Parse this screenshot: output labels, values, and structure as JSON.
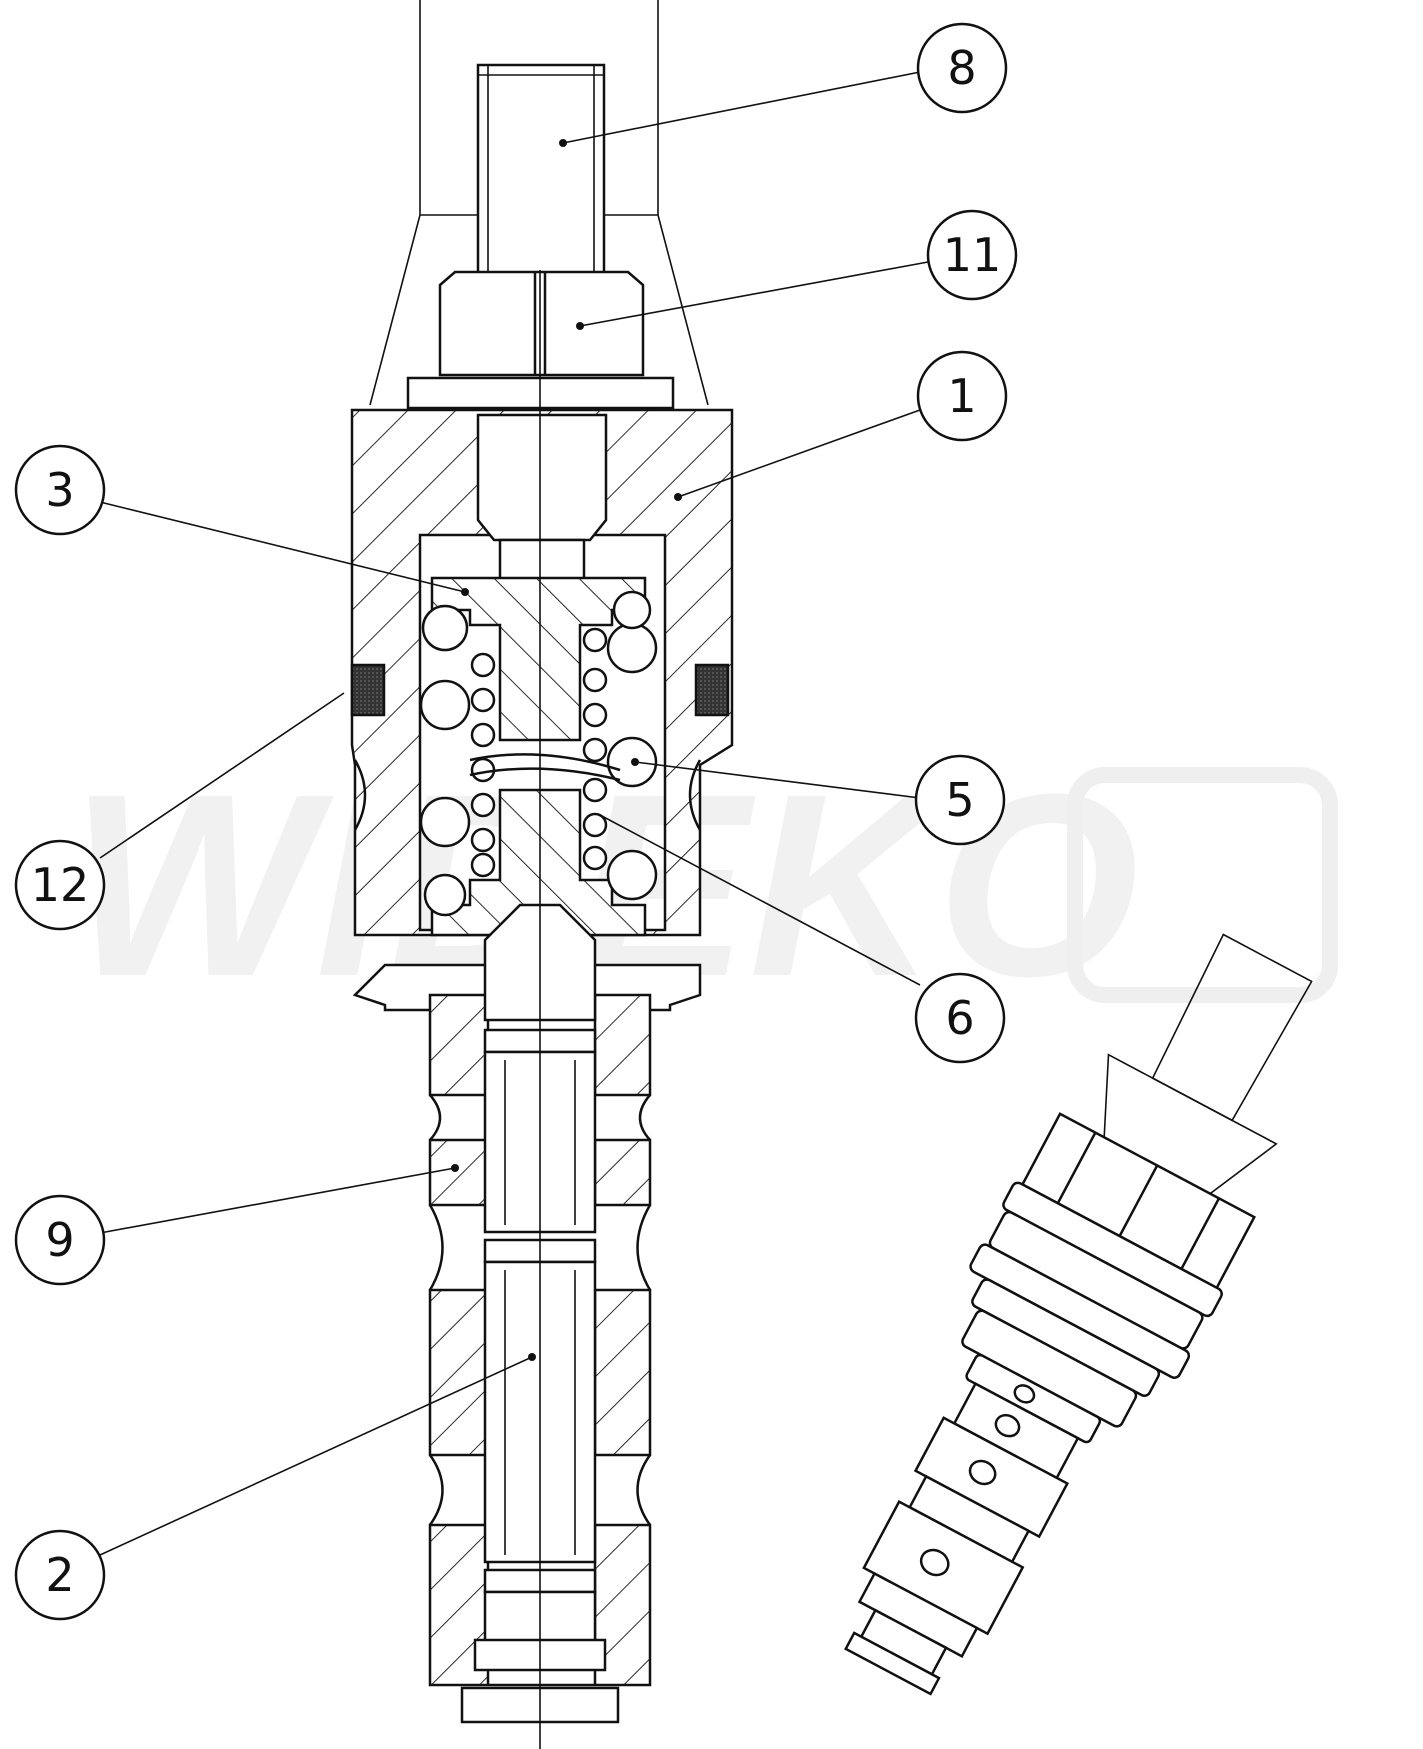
{
  "drawing": {
    "balloons": [
      {
        "id": "b8",
        "label": "8"
      },
      {
        "id": "b11",
        "label": "11"
      },
      {
        "id": "b1",
        "label": "1"
      },
      {
        "id": "b3",
        "label": "3"
      },
      {
        "id": "b12",
        "label": "12"
      },
      {
        "id": "b5",
        "label": "5"
      },
      {
        "id": "b6",
        "label": "6"
      },
      {
        "id": "b9",
        "label": "9"
      },
      {
        "id": "b2",
        "label": "2"
      }
    ],
    "watermark": "WIDEKO",
    "colors": {
      "line": "#111111",
      "background": "#ffffff",
      "watermark": "#f1f1f1"
    }
  }
}
